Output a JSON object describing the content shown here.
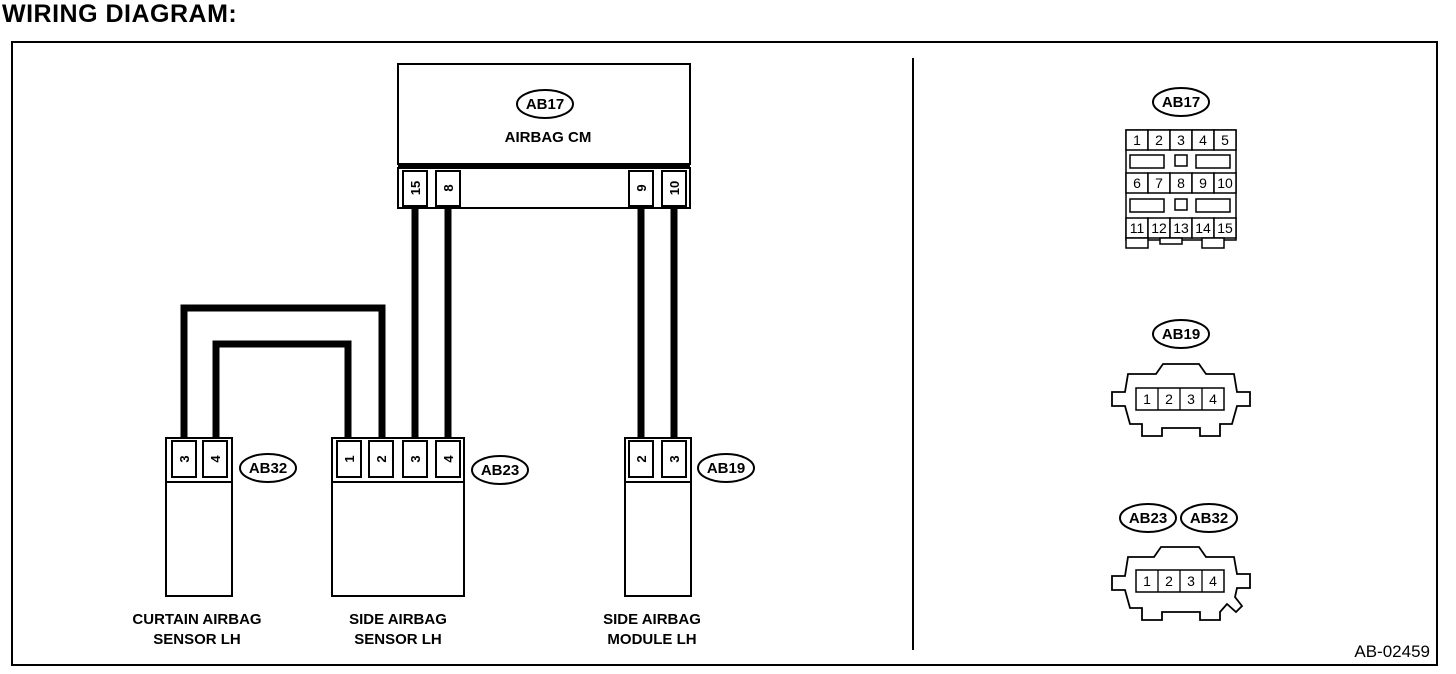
{
  "heading": "WIRING DIAGRAM:",
  "diagram_code": "AB-02459",
  "control_module": {
    "tag": "AB17",
    "label": "AIRBAG CM",
    "pins": [
      "15",
      "8",
      "9",
      "10"
    ]
  },
  "curtain_sensor": {
    "tag": "AB32",
    "label_line1": "CURTAIN AIRBAG",
    "label_line2": "SENSOR LH",
    "pins": [
      "3",
      "4"
    ]
  },
  "side_sensor": {
    "tag": "AB23",
    "label_line1": "SIDE AIRBAG",
    "label_line2": "SENSOR LH",
    "pins": [
      "1",
      "2",
      "3",
      "4"
    ]
  },
  "side_module": {
    "tag": "AB19",
    "label_line1": "SIDE AIRBAG",
    "label_line2": "MODULE LH",
    "pins": [
      "2",
      "3"
    ]
  },
  "connector_views": {
    "ab17": {
      "tag": "AB17",
      "row1": [
        "1",
        "2",
        "3",
        "4",
        "5"
      ],
      "row2": [
        "6",
        "7",
        "8",
        "9",
        "10"
      ],
      "row3": [
        "11",
        "12",
        "13",
        "14",
        "15"
      ]
    },
    "ab19": {
      "tag": "AB19",
      "pins": [
        "1",
        "2",
        "3",
        "4"
      ]
    },
    "ab23_ab32": {
      "tags": [
        "AB23",
        "AB32"
      ],
      "pins": [
        "1",
        "2",
        "3",
        "4"
      ]
    }
  }
}
